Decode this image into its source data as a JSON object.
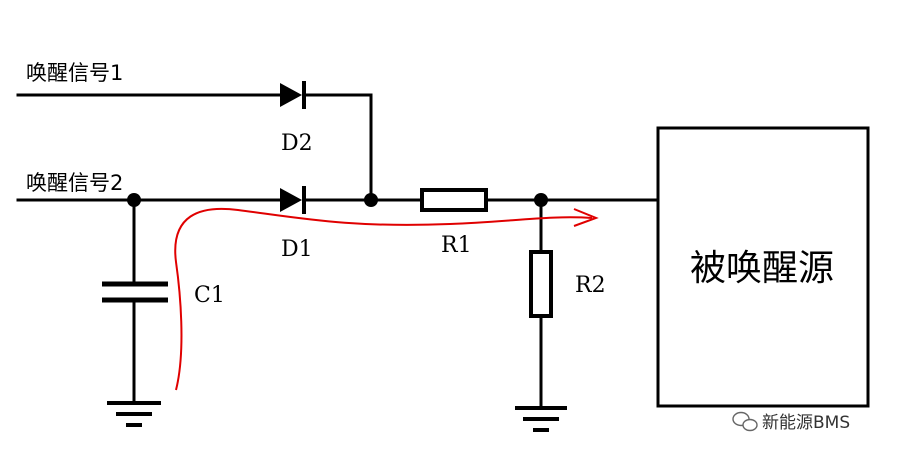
{
  "labels": {
    "signal1": "唤醒信号1",
    "signal2": "唤醒信号2",
    "d2": "D2",
    "d1": "D1",
    "c1": "C1",
    "r1": "R1",
    "r2": "R2",
    "target": "被唤醒源"
  },
  "watermark": {
    "text": "新能源BMS",
    "icon": "wechat-icon"
  },
  "colors": {
    "wire": "#000000",
    "current_path": "#e00000",
    "background": "#ffffff"
  }
}
